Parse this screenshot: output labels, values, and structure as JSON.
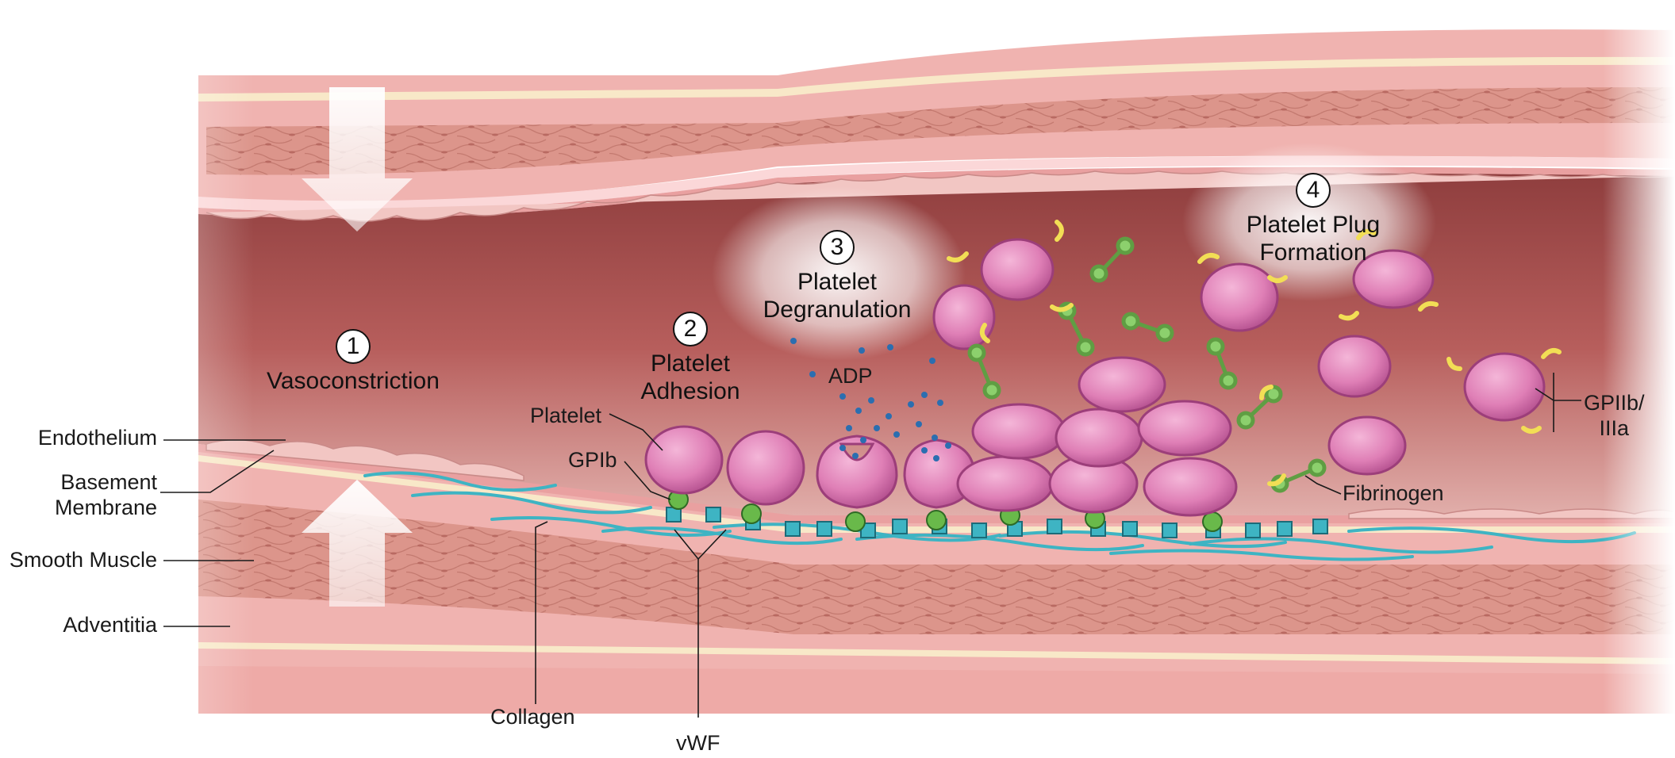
{
  "steps": [
    {
      "number": "1",
      "title": "Vasoconstriction"
    },
    {
      "number": "2",
      "title_line1": "Platelet",
      "title_line2": "Adhesion"
    },
    {
      "number": "3",
      "title_line1": "Platelet",
      "title_line2": "Degranulation"
    },
    {
      "number": "4",
      "title_line1": "Platelet Plug",
      "title_line2": "Formation"
    }
  ],
  "layer_labels": {
    "endothelium": "Endothelium",
    "basement_line1": "Basement",
    "basement_line2": "Membrane",
    "smooth_muscle": "Smooth Muscle",
    "adventitia": "Adventitia"
  },
  "component_labels": {
    "platelet": "Platelet",
    "gpib": "GPIb",
    "adp": "ADP",
    "collagen": "Collagen",
    "vwf": "vWF",
    "fibrinogen": "Fibrinogen",
    "gpiib_line1": "GPIIb/",
    "gpiib_line2": "IIIa"
  },
  "colors": {
    "muscle": "#d98f86",
    "lumen": "#a6504f",
    "platelet": "#d97ab1",
    "vwf": "#3eb4c3",
    "gpib": "#69b94a",
    "gpiib": "#f2de55",
    "adp": "#2b6eb0"
  }
}
